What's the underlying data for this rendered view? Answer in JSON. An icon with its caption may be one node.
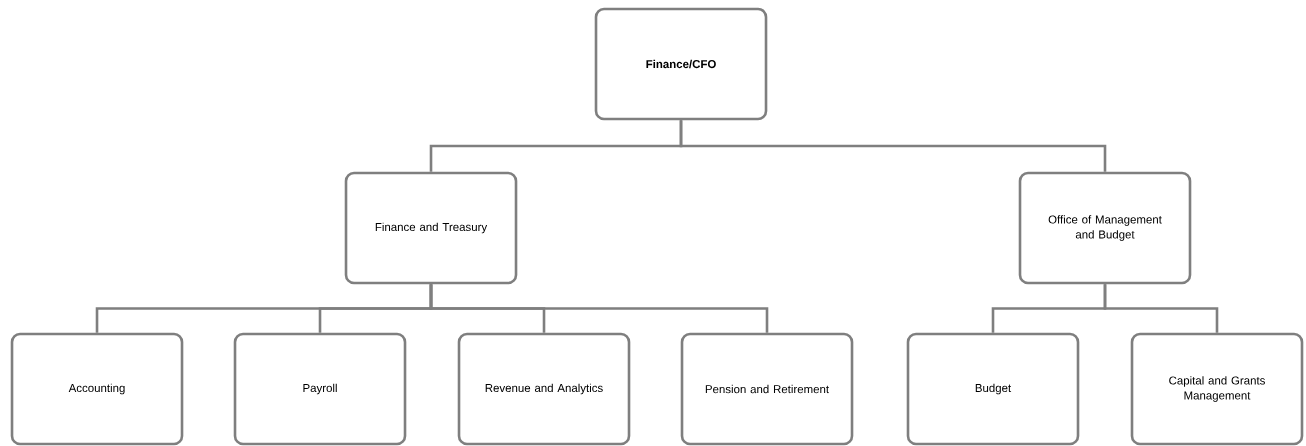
{
  "diagram": {
    "nodes": [
      {
        "text": [
          "Finance/CFO"
        ]
      },
      {
        "text": [
          "Finance and Treasury"
        ]
      },
      {
        "text": [
          "Office of Management and Budget"
        ]
      },
      {
        "text": [
          "Accounting"
        ]
      },
      {
        "text": [
          "Payroll"
        ]
      },
      {
        "text": [
          "Revenue and Analytics"
        ]
      },
      {
        "text": [
          "Pension and Retirement"
        ]
      },
      {
        "text": [
          "Budget"
        ]
      },
      {
        "text": [
          "Capital and Grants Management"
        ]
      }
    ],
    "edges": [
      {
        "from": 0,
        "to": 1,
        "arrow": "none"
      },
      {
        "from": 0,
        "to": 2,
        "arrow": "none"
      },
      {
        "from": 1,
        "to": 3,
        "arrow": "none"
      },
      {
        "from": 1,
        "to": 4,
        "arrow": "none"
      },
      {
        "from": 1,
        "to": 5,
        "arrow": "none"
      },
      {
        "from": 1,
        "to": 6,
        "arrow": "none"
      },
      {
        "from": 2,
        "to": 7,
        "arrow": "none"
      },
      {
        "from": 2,
        "to": 8,
        "arrow": "none"
      }
    ]
  }
}
